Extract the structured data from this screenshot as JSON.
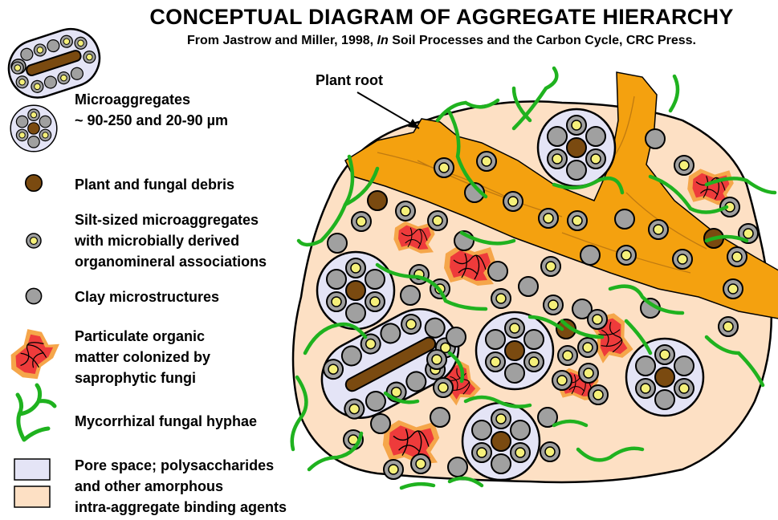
{
  "header": {
    "title": "CONCEPTUAL DIAGRAM OF AGGREGATE HIERARCHY",
    "subtitle_prefix": "From Jastrow and Miller, 1998, ",
    "subtitle_italic": "In",
    "subtitle_suffix": " Soil Processes and the Carbon Cycle, CRC Press."
  },
  "legend": {
    "microaggregates": "Microaggregates\n~ 90-250 and 20-90 µm",
    "debris": "Plant and fungal debris",
    "silt": "Silt-sized microaggregates\nwith microbially derived\norganomineral associations",
    "clay": "Clay microstructures",
    "pom": "Particulate organic\nmatter colonized by\nsaprophytic fungi",
    "hyphae": "Mycorrhizal fungal hyphae",
    "pore": "Pore space; polysaccharides\nand other amorphous\nintra-aggregate binding agents"
  },
  "diagram": {
    "plant_root_label": "Plant root"
  },
  "colors": {
    "binding_agent": "#fde0c4",
    "pore_space": "#e4e4f6",
    "root": "#f4a10f",
    "clay": "#a0a0a0",
    "silt_outer": "#a0a0a0",
    "silt_inner": "#f5f07a",
    "debris": "#7a4a10",
    "pom_red": "#ee3b3b",
    "pom_orange": "#f5a64a",
    "hyphae": "#1fb21f"
  }
}
